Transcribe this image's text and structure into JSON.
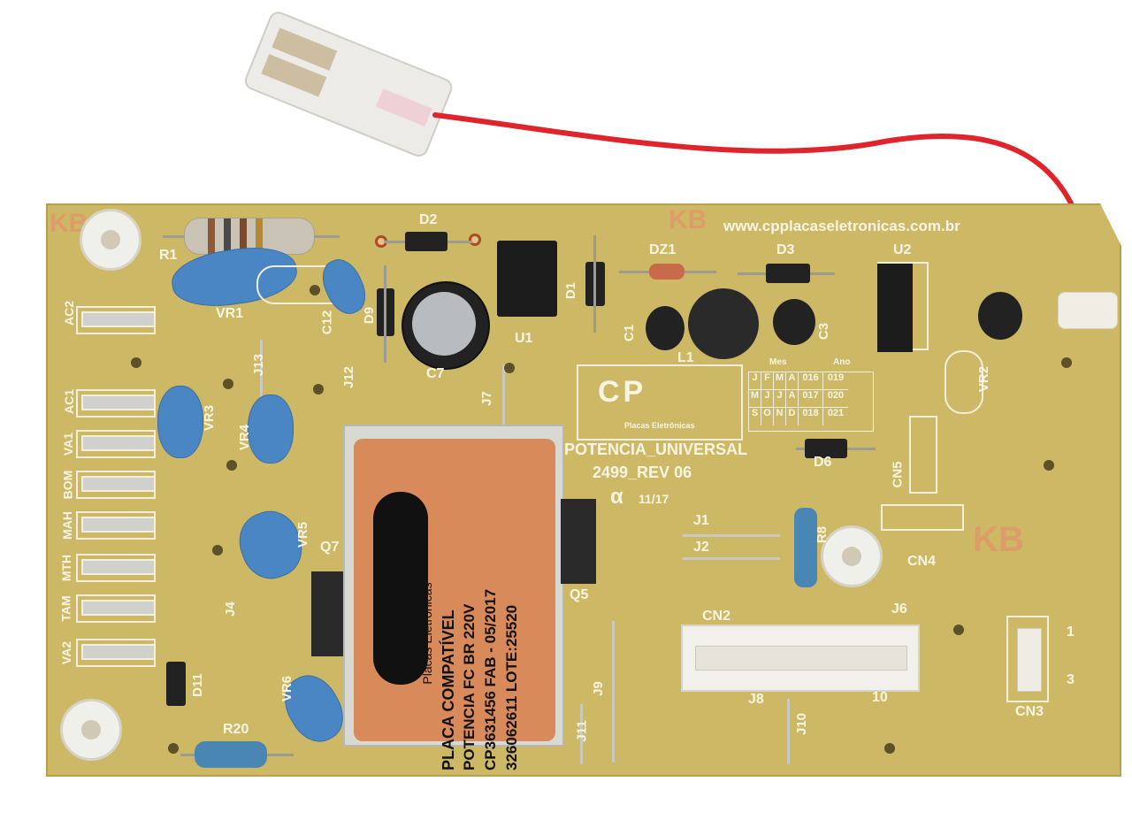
{
  "website": "www.cpplacaseletronicas.com.br",
  "board_title": "POTENCIA_UNIVERSAL",
  "board_rev": "2499_REV 06",
  "alpha_symbol": "α",
  "alpha_date": "11/17",
  "logo_subtitle": "Placas Eletrônicas",
  "date_table": {
    "header": [
      "Mes",
      "Ano"
    ],
    "rows": [
      [
        "J",
        "F",
        "M",
        "A",
        "016",
        "019"
      ],
      [
        "M",
        "J",
        "J",
        "A",
        "017",
        "020"
      ],
      [
        "S",
        "O",
        "N",
        "D",
        "018",
        "021"
      ]
    ]
  },
  "label": {
    "brand": "Placas Eletrônicas",
    "line1": "PLACA COMPATÍVEL",
    "line2": "POTENCIA FC BR 220V",
    "line3": "CP3631456  FAB - 05/2017",
    "line4": "326062611   LOTE:25520"
  },
  "connector_labels": [
    "AC2",
    "AC1",
    "VA1",
    "BOM",
    "MAH",
    "MTH",
    "TAM",
    "VA2"
  ],
  "designators": {
    "r1": "R1",
    "vr1": "VR1",
    "d2": "D2",
    "c12": "C12",
    "d9": "D9",
    "c7": "C7",
    "u1": "U1",
    "d1": "D1",
    "dz1": "DZ1",
    "c1": "C1",
    "l1": "L1",
    "d3": "D3",
    "c3": "C3",
    "u2": "U2",
    "vr2": "VR2",
    "d6": "D6",
    "cn5": "CN5",
    "cn4": "CN4",
    "j13": "J13",
    "j12": "J12",
    "j7": "J7",
    "vr3": "VR3",
    "vr4": "VR4",
    "vr5": "VR5",
    "q7": "Q7",
    "j4": "J4",
    "d11": "D11",
    "vr6": "VR6",
    "r20": "R20",
    "q5": "Q5",
    "j1": "J1",
    "j2": "J2",
    "r8": "R8",
    "cn2": "CN2",
    "j6": "J6",
    "j8": "J8",
    "j9": "J9",
    "j10": "J10",
    "j11": "J11",
    "cn3": "CN3",
    "cn3_pin1": "1",
    "cn3_pin3": "3",
    "cn2_pin10": "10"
  },
  "watermark": "KB",
  "colors": {
    "board": "#cdb865",
    "silkscreen": "#f8f4e4",
    "red_wire": "#e0242c",
    "varistor": "#4a86c4",
    "label_orange": "#d98a5a"
  }
}
